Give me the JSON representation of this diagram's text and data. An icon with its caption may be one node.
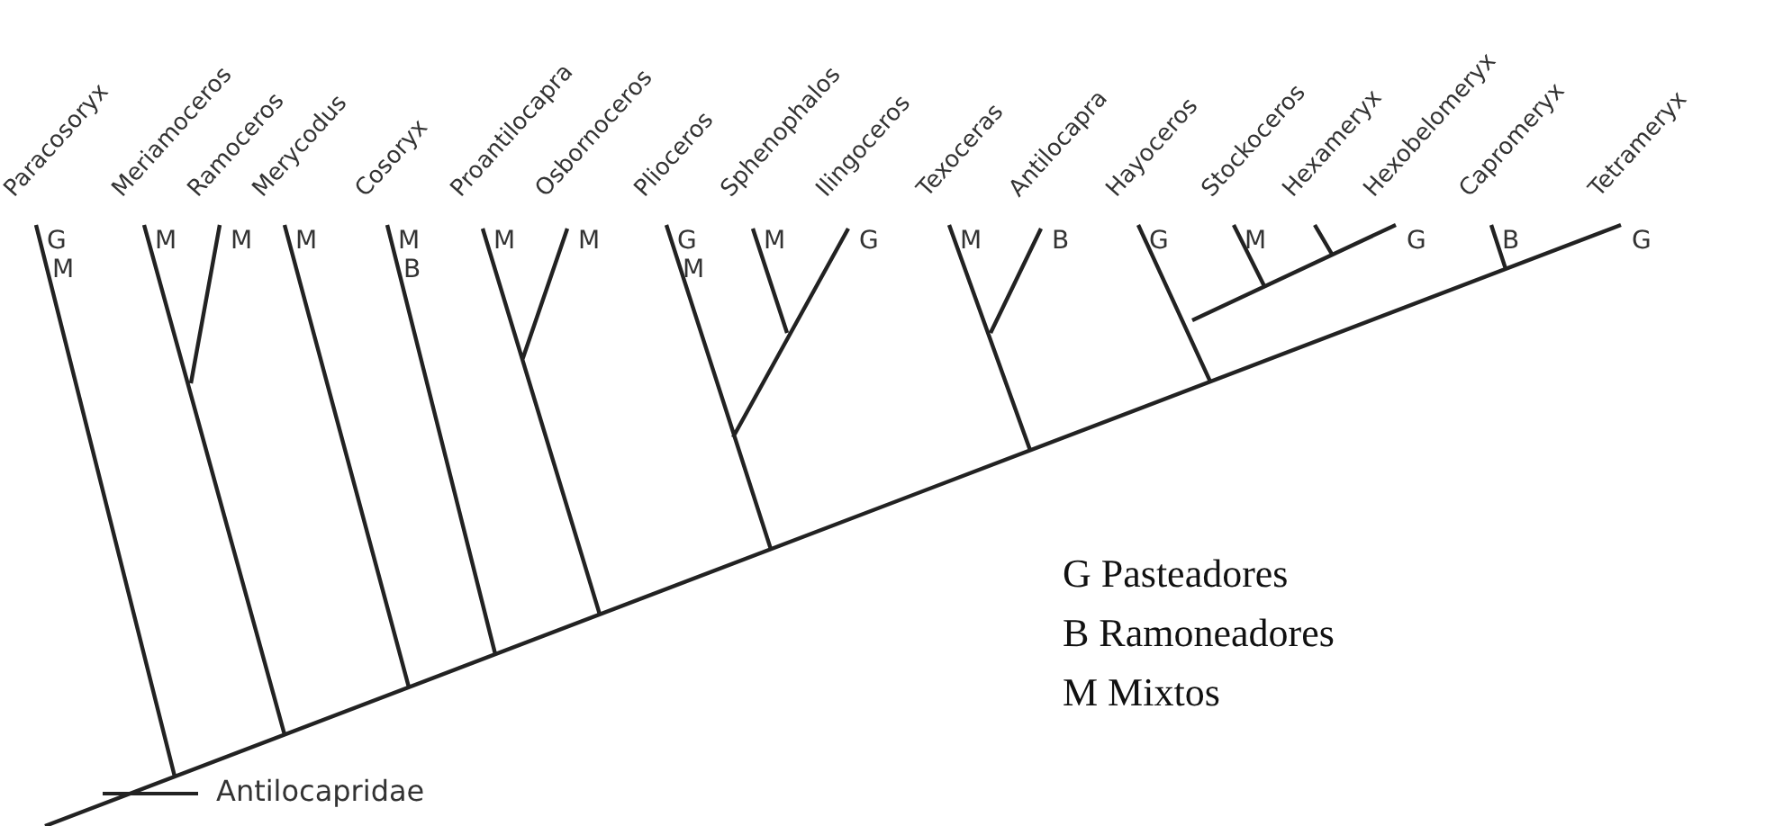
{
  "diagram": {
    "labels": [
      "Paracosoryx",
      "G",
      "M",
      "Meriamoceros",
      "M",
      "Ramoceros",
      "M",
      "Merycodus",
      "M",
      "Cosoryx",
      "M",
      "B",
      "Proantilocapra",
      "M",
      "Osbornoceros",
      "M",
      "Plioceros",
      "G",
      "M",
      "Sphenophalos",
      "M",
      "Ilingoceros",
      "G",
      "Texoceras",
      "M",
      "Antilocapra",
      "B",
      "Hayoceros",
      "G",
      "Stockoceros",
      "M",
      "Hexameryx",
      "Hexobelomeryx",
      "G",
      "Capromeryx",
      "B",
      "Tetrameryx",
      "G",
      "Antilocapridae",
      "G Pasteadores",
      "B Ramoneadores",
      "M Mixtos"
    ]
  }
}
